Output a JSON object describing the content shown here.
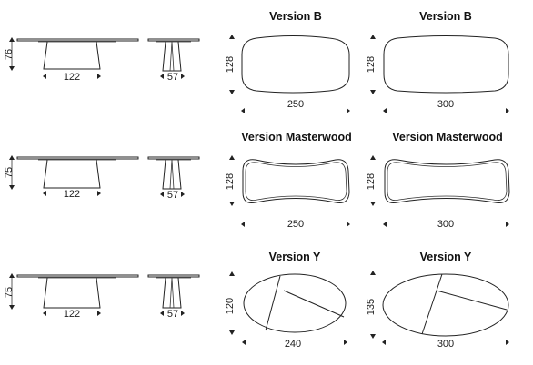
{
  "rows": [
    {
      "id": "row1",
      "side_height": "76",
      "side_width": "122",
      "front_width": "57",
      "top_views": [
        {
          "title": "Version B",
          "depth": "128",
          "length": "250",
          "shape": "rounded-rect"
        },
        {
          "title": "Version B",
          "depth": "128",
          "length": "300",
          "shape": "rounded-rect"
        }
      ]
    },
    {
      "id": "row2",
      "side_height": "75",
      "side_width": "122",
      "front_width": "57",
      "top_views": [
        {
          "title": "Version Masterwood",
          "depth": "128",
          "length": "250",
          "shape": "barrel"
        },
        {
          "title": "Version Masterwood",
          "depth": "128",
          "length": "300",
          "shape": "barrel"
        }
      ]
    },
    {
      "id": "row3",
      "side_height": "75",
      "side_width": "122",
      "front_width": "57",
      "top_views": [
        {
          "title": "Version Y",
          "depth": "120",
          "length": "240",
          "shape": "oval-y"
        },
        {
          "title": "Version Y",
          "depth": "135",
          "length": "300",
          "shape": "oval-y"
        }
      ]
    }
  ]
}
